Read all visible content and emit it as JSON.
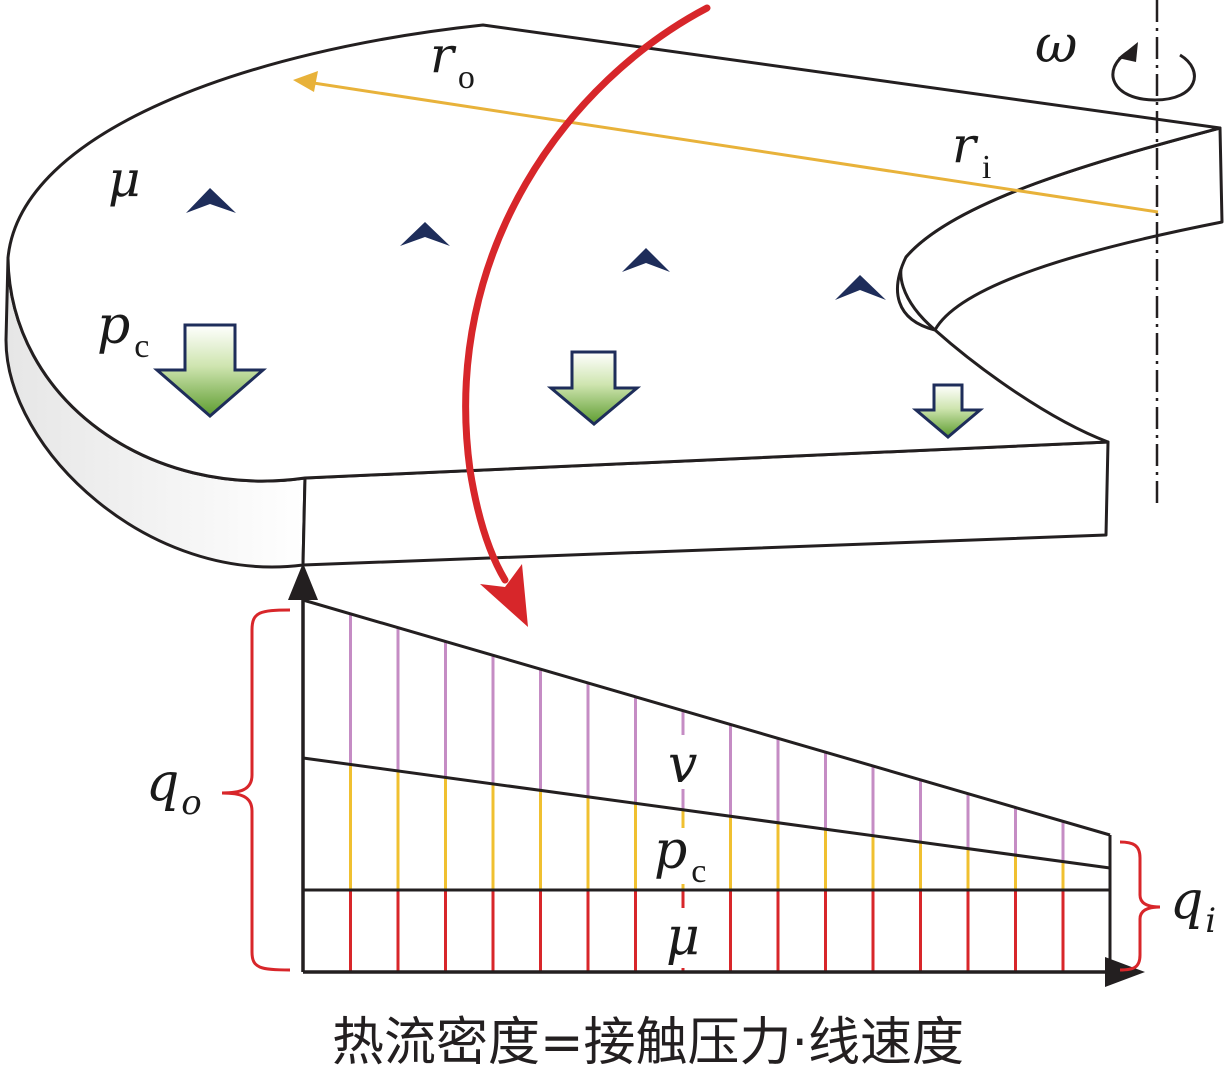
{
  "disc": {
    "outer_radius_symbol": "r",
    "outer_radius_subscript": "o",
    "inner_radius_symbol": "r",
    "inner_radius_subscript": "i",
    "angular_velocity_symbol": "ω",
    "friction_symbol": "μ",
    "pressure_symbol": "p",
    "pressure_subscript": "c"
  },
  "distribution": {
    "outer_flux_symbol": "q",
    "outer_flux_subscript": "o",
    "inner_flux_symbol": "q",
    "inner_flux_subscript": "i",
    "velocity_layer_label": "v",
    "pressure_layer_label": "p",
    "pressure_layer_subscript": "c",
    "friction_layer_label": "μ"
  },
  "caption": "热流密度=接触压力·线速度",
  "colors": {
    "outline": "#231f20",
    "red_arrow": "#d7262a",
    "radius_line": "#e8b23a",
    "marker": "#1e2d5a",
    "pressure_arrow_top": "#ffffff",
    "pressure_arrow_bottom": "#5d9c2f",
    "velocity_segment": "#c58cc4",
    "pressure_segment": "#f0c030",
    "friction_segment": "#d8262a",
    "bracket": "#d8262a"
  }
}
